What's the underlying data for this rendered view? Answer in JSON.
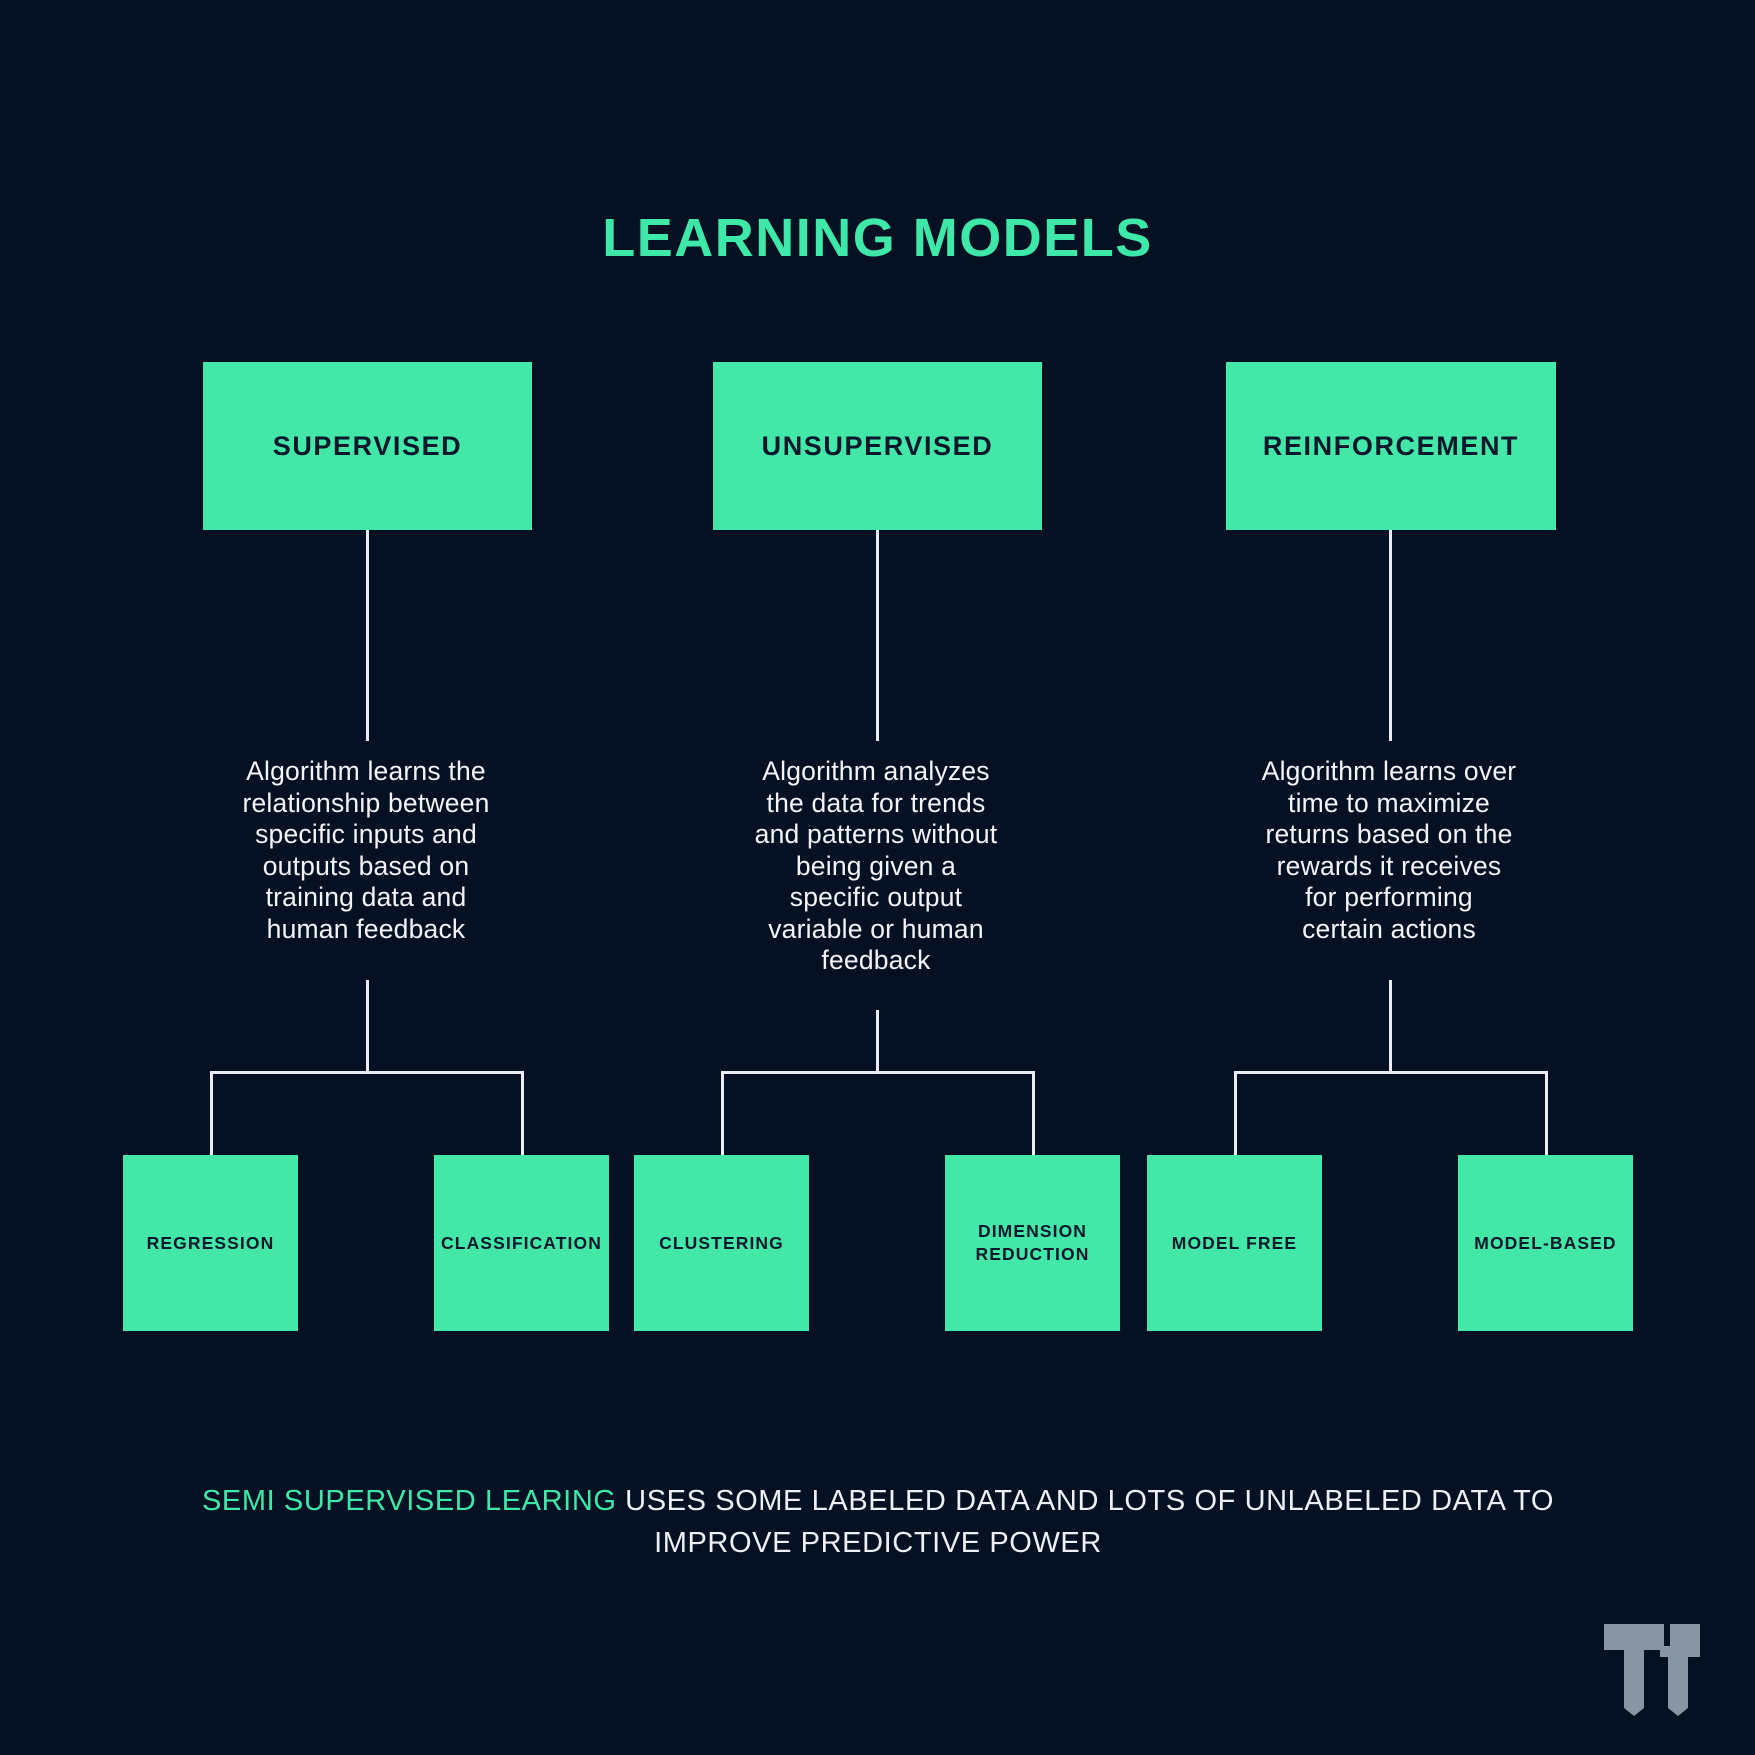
{
  "title": "LEARNING MODELS",
  "colors": {
    "background": "#051122",
    "accent": "#43E8A8",
    "accent_text": "#3EE8A8",
    "box_text": "#08182B",
    "body_text": "#F2F4F7",
    "connector": "#E9ECF0",
    "logo": "#8A95A3"
  },
  "categories": [
    {
      "name": "SUPERVISED",
      "description": "Algorithm learns the\nrelationship between\nspecific inputs and\noutputs based on\ntraining data and\nhuman feedback",
      "children": [
        "REGRESSION",
        "CLASSIFICATION"
      ]
    },
    {
      "name": "UNSUPERVISED",
      "description": "Algorithm analyzes\nthe data for trends\nand patterns without\nbeing given a\nspecific output\nvariable or human\nfeedback",
      "children": [
        "CLUSTERING",
        "DIMENSION\nREDUCTION"
      ]
    },
    {
      "name": "REINFORCEMENT",
      "description": "Algorithm learns over\ntime to maximize\nreturns based on the\nrewards it receives\nfor performing\ncertain actions",
      "children": [
        "MODEL FREE",
        "MODEL-BASED"
      ]
    }
  ],
  "leaves": [
    "REGRESSION",
    "CLASSIFICATION",
    "CLUSTERING",
    "DIMENSION\nREDUCTION",
    "MODEL FREE",
    "MODEL-BASED"
  ],
  "footer": {
    "highlight": "SEMI SUPERVISED LEARING",
    "rest": " USES SOME LABELED DATA AND LOTS OF UNLABELED DATA TO IMPROVE PREDICTIVE POWER",
    "full_text": "SEMI SUPERVISED LEARING USES SOME LABELED DATA AND LOTS OF UNLABELED DATA TO IMPROVE PREDICTIVE POWER"
  },
  "logo": {
    "name": "tt-logo",
    "alt": "TT monogram logo"
  }
}
